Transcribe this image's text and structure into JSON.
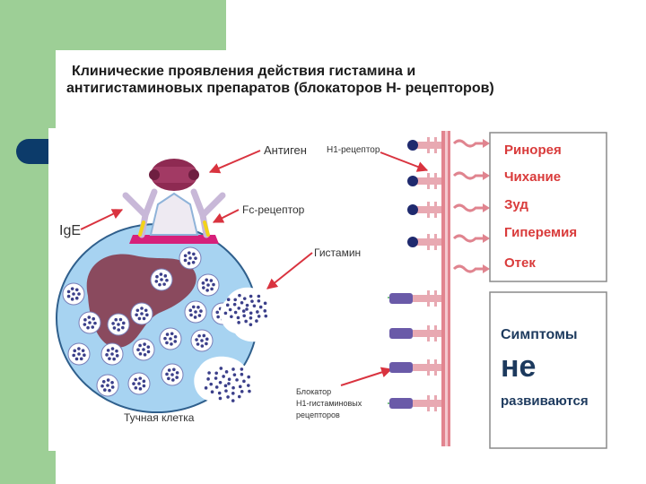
{
  "title": {
    "line1": "Клинические проявления действия  гистамина и",
    "line2": "антигистаминовых препаратов (блокаторов Н- рецепторов)"
  },
  "labels": {
    "antigen": "Антиген",
    "h1_receptor": "Н1-рецептор",
    "fc_receptor": "Fc-рецептор",
    "ige": "IgE",
    "histamine": "Гистамин",
    "mast_cell": "Тучная клетка",
    "blocker_line1": "Блокатор",
    "blocker_line2": "Н1-гистаминовых",
    "blocker_line3": "рецепторов"
  },
  "symptoms": [
    "Ринорея",
    "Чихание",
    "Зуд",
    "Гиперемия",
    "Отек"
  ],
  "no_symptoms": {
    "line1": "Симптомы",
    "line2": "не",
    "line3": "развиваются"
  },
  "colors": {
    "slide_green": "#9dcf96",
    "bullet_navy": "#0c3b6a",
    "cell_blue": "#a7d3f1",
    "nucleus": "#8a4a5e",
    "symptom_red": "#d93b3b",
    "blocker_purple": "#6a5aa8",
    "pointer_red": "#d9333f"
  }
}
